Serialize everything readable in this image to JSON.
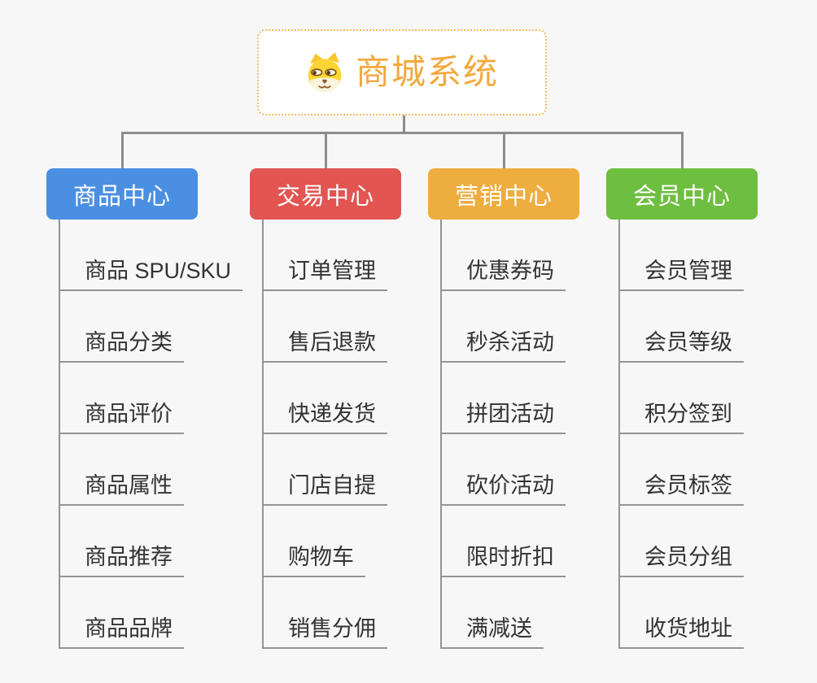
{
  "root": {
    "title": "商城系统",
    "icon": "shiba-dog-icon",
    "accent_color": "#f2a93e",
    "border_color": "#f4bb61"
  },
  "canvas": {
    "background_color": "#f7f7f7",
    "connector_color": "#8c8c8c",
    "leaf_line_color": "#949494",
    "leaf_text_color": "#333333"
  },
  "branches": [
    {
      "label": "商品中心",
      "color": "#4a8fe2",
      "items": [
        "商品 SPU/SKU",
        "商品分类",
        "商品评价",
        "商品属性",
        "商品推荐",
        "商品品牌"
      ]
    },
    {
      "label": "交易中心",
      "color": "#e25551",
      "items": [
        "订单管理",
        "售后退款",
        "快递发货",
        "门店自提",
        "购物车",
        "销售分佣"
      ]
    },
    {
      "label": "营销中心",
      "color": "#eead3f",
      "items": [
        "优惠券码",
        "秒杀活动",
        "拼团活动",
        "砍价活动",
        "限时折扣",
        "满减送"
      ]
    },
    {
      "label": "会员中心",
      "color": "#6ebe40",
      "items": [
        "会员管理",
        "会员等级",
        "积分签到",
        "会员标签",
        "会员分组",
        "收货地址"
      ]
    }
  ]
}
